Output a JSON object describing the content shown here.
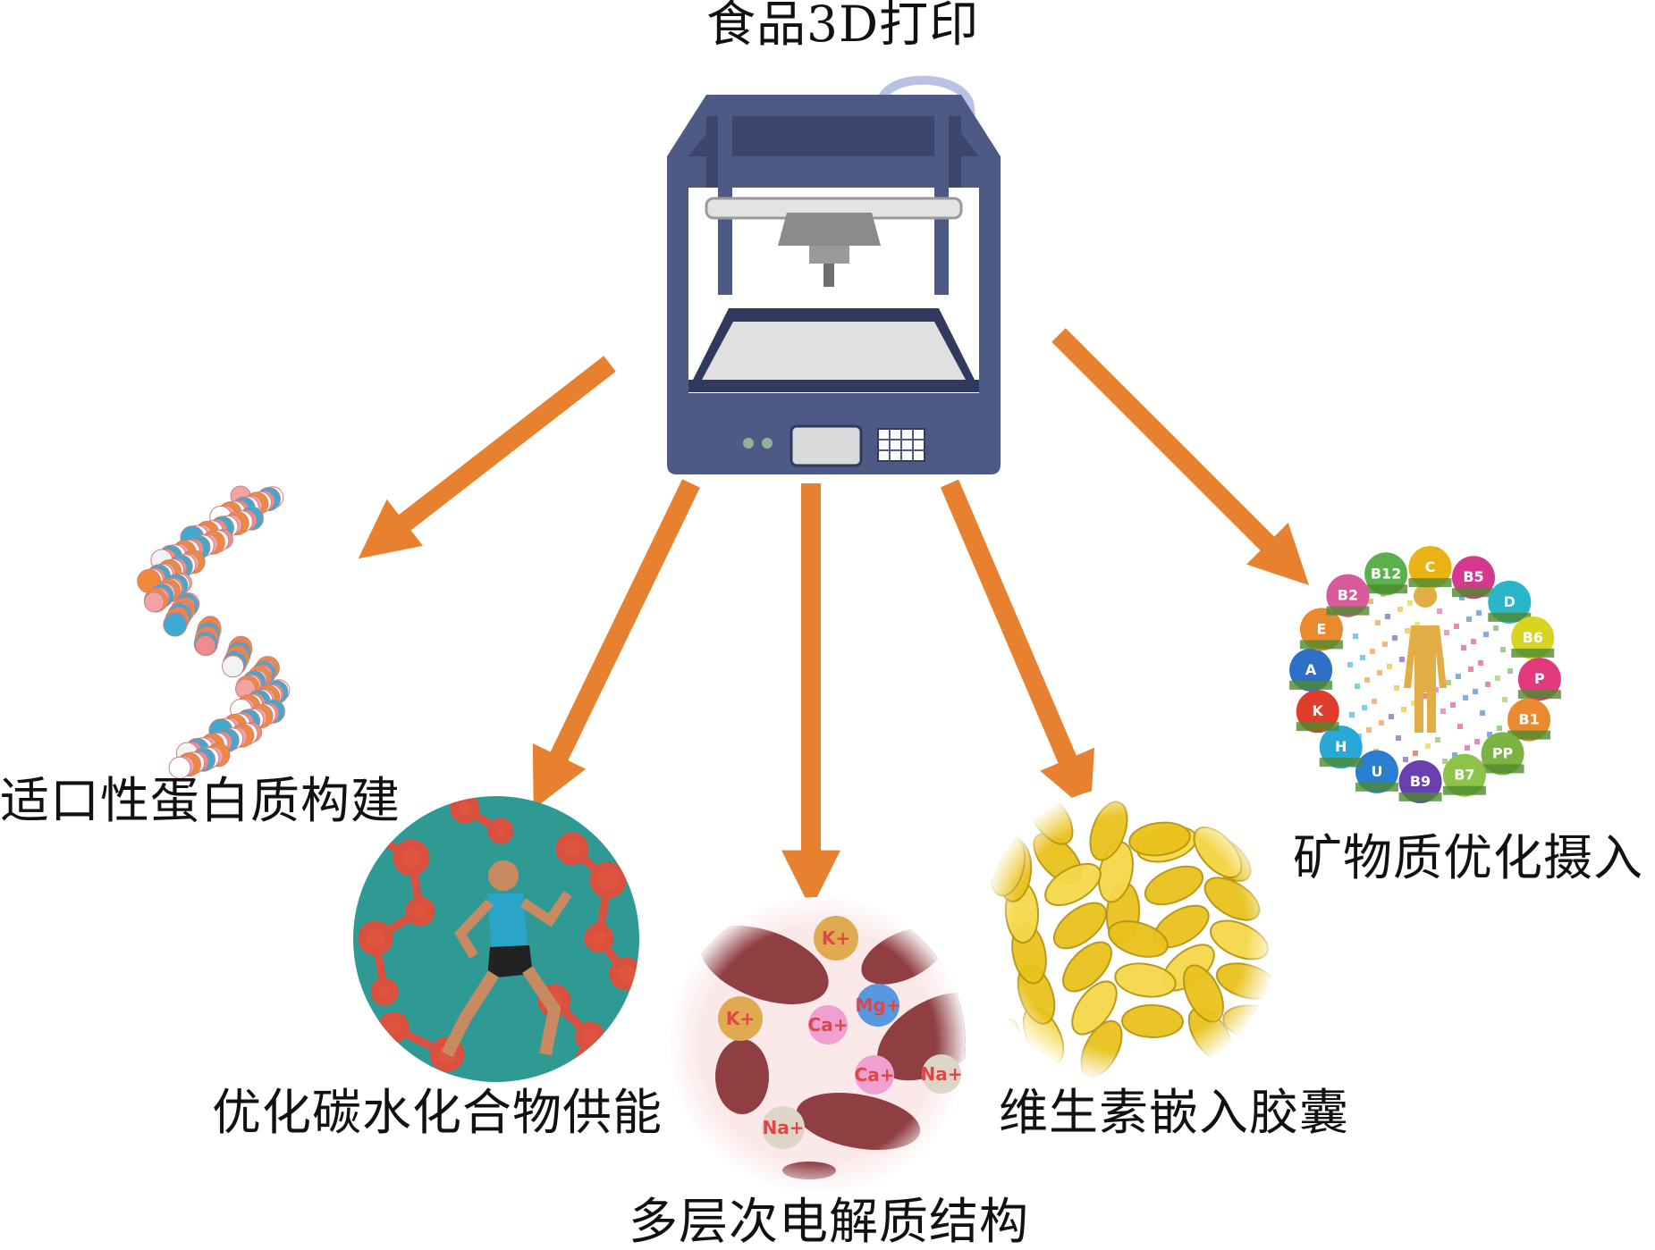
{
  "title": "食品3D打印",
  "branches": [
    {
      "label": "适口性蛋白质构建",
      "image": "protein-helix-molecule"
    },
    {
      "label": "优化碳水化合物供能",
      "image": "runner-carbohydrate-network"
    },
    {
      "label": "多层次电解质结构",
      "image": "electrolyte-blood-cells",
      "image_lettering": [
        "K+",
        "K+",
        "Ca+",
        "Mg+",
        "Ca+",
        "Na+",
        "Na+"
      ]
    },
    {
      "label": "维生素嵌入胶囊",
      "image": "vitamin-softgel-capsules"
    },
    {
      "label": "矿物质优化摄入",
      "image": "vitamins-human-silhouette",
      "image_lettering": [
        "B12",
        "C",
        "B5",
        "D",
        "B6",
        "P",
        "B1",
        "PP",
        "B7",
        "B9",
        "U",
        "H",
        "K",
        "A",
        "E",
        "B2"
      ]
    }
  ],
  "colors": {
    "arrow": "#e8812f",
    "printer": "#4d5a85",
    "printer_light": "#d9dadc"
  }
}
